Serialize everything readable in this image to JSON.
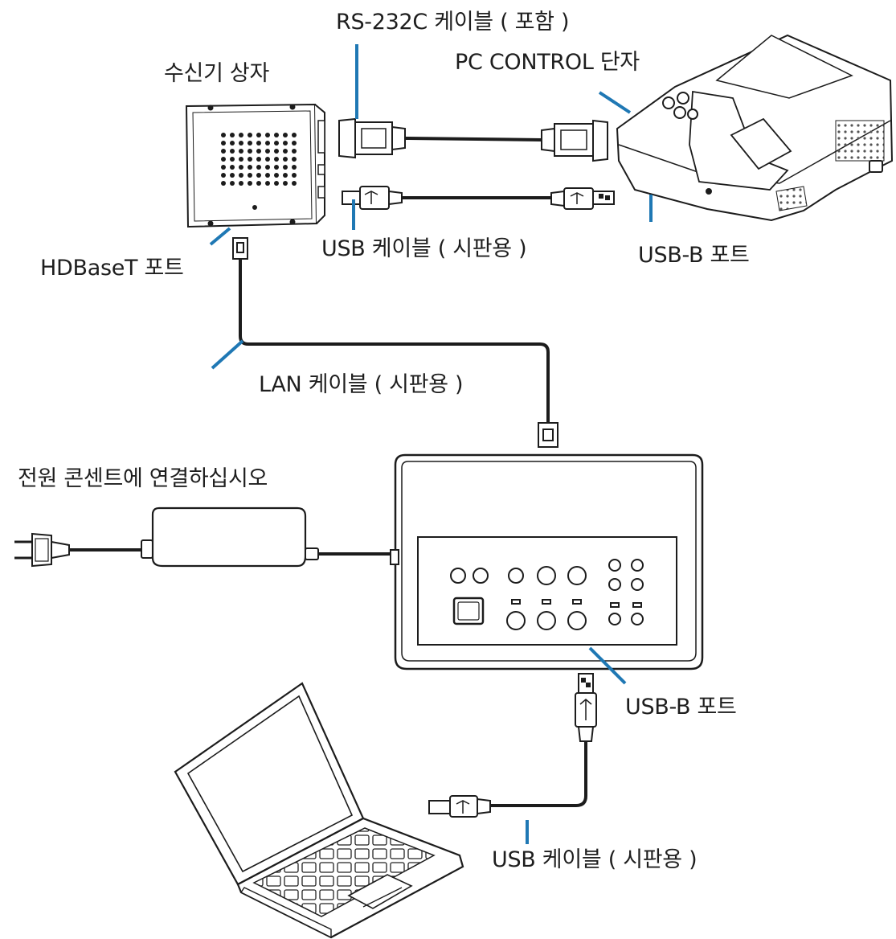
{
  "labels": {
    "rs232_cable": "RS-232C 케이블 ( 포함   )",
    "pc_control_port": "PC CONTROL 단자",
    "receiver_box": "수신기 상자",
    "usb_cable_top": "USB 케이블 ( 시판용   )",
    "usb_b_port_projector": "USB-B 포트",
    "hdbaset_port": "HDBaseT 포트",
    "lan_cable": "LAN 케이블 ( 시판용   )",
    "power_outlet": "전원 콘센트에 연결하십시오",
    "usb_b_port_transmitter": "USB-B 포트",
    "usb_cable_bottom": "USB 케이블 ( 시판용   )"
  },
  "colors": {
    "line": "#1c1c1c",
    "leader": "#1f78b4",
    "text": "#1e1e1e"
  }
}
